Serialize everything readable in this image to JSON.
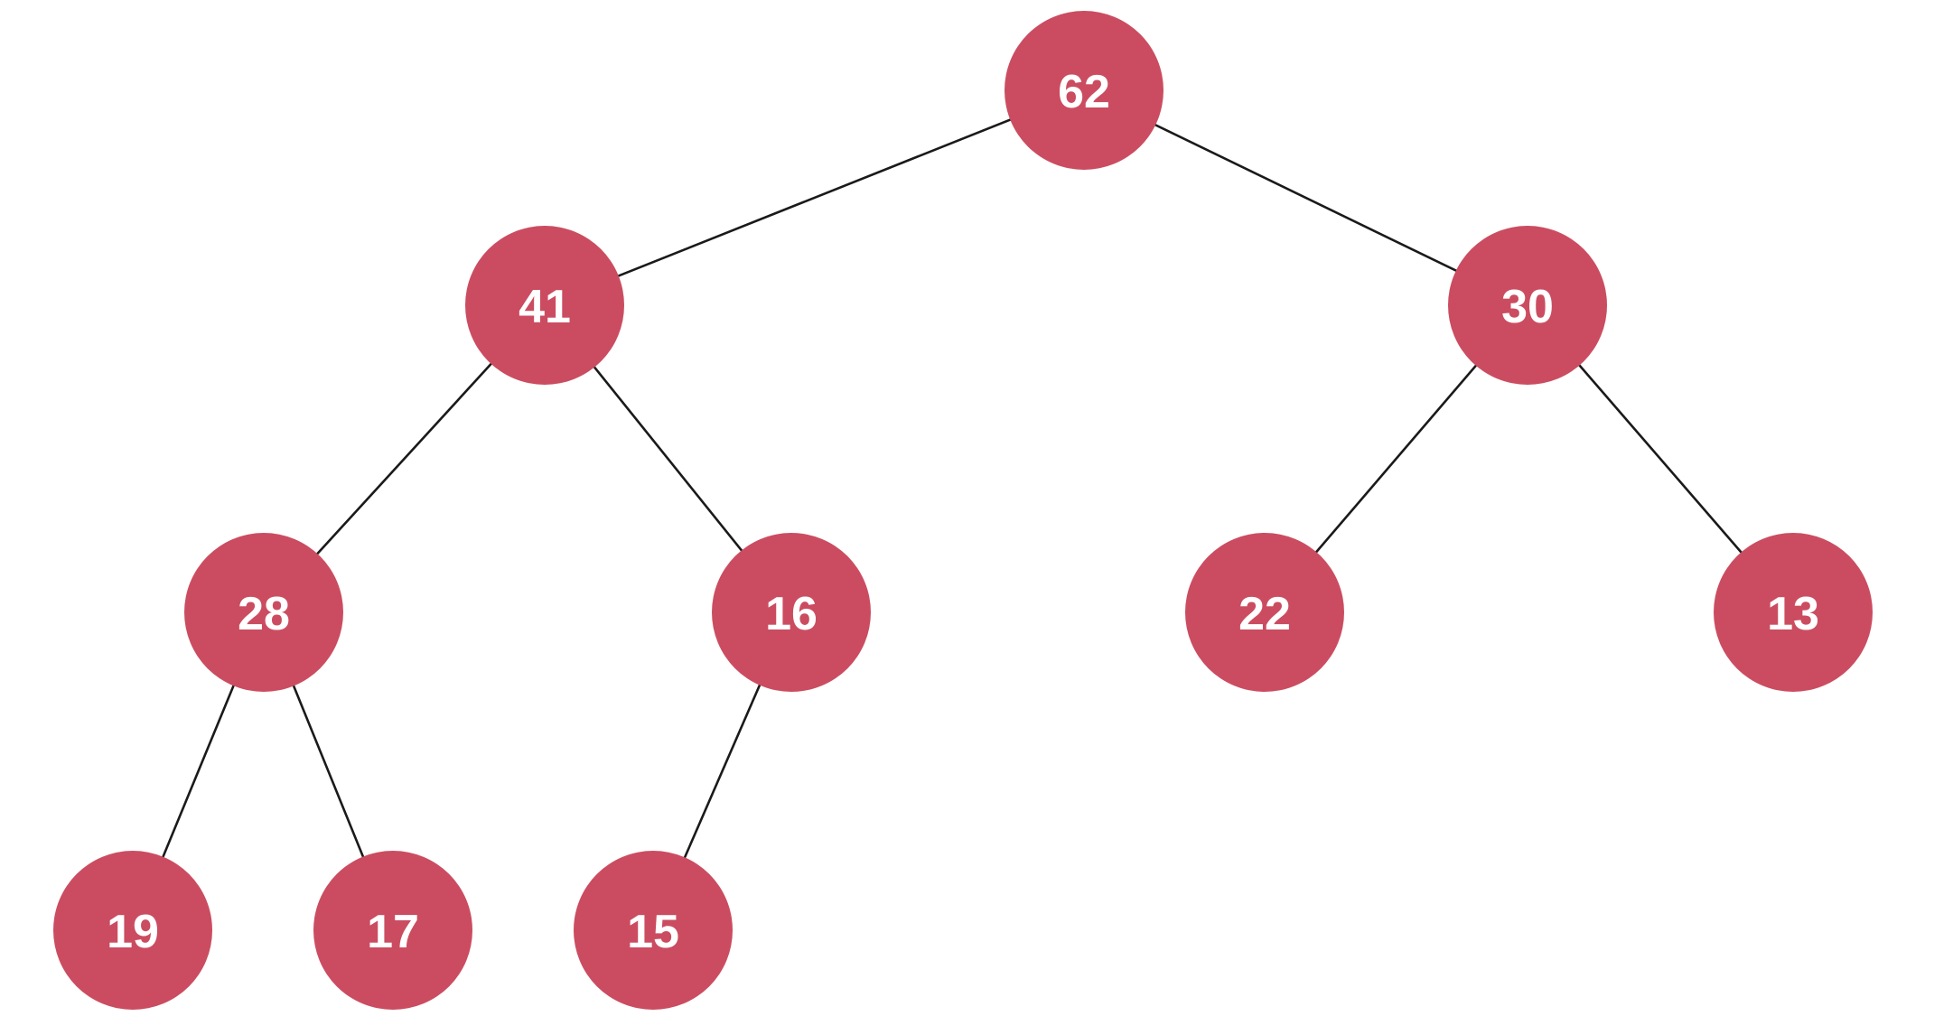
{
  "tree": {
    "node_color": "#cb4c60",
    "label_color": "#ffffff",
    "edge_color": "#1a1a1a",
    "nodes": [
      {
        "id": "n0",
        "label": "62"
      },
      {
        "id": "n1",
        "label": "41"
      },
      {
        "id": "n2",
        "label": "30"
      },
      {
        "id": "n3",
        "label": "28"
      },
      {
        "id": "n4",
        "label": "16"
      },
      {
        "id": "n5",
        "label": "22"
      },
      {
        "id": "n6",
        "label": "13"
      },
      {
        "id": "n7",
        "label": "19"
      },
      {
        "id": "n8",
        "label": "17"
      },
      {
        "id": "n9",
        "label": "15"
      }
    ],
    "edges": [
      {
        "from": "n0",
        "to": "n1"
      },
      {
        "from": "n0",
        "to": "n2"
      },
      {
        "from": "n1",
        "to": "n3"
      },
      {
        "from": "n1",
        "to": "n4"
      },
      {
        "from": "n2",
        "to": "n5"
      },
      {
        "from": "n2",
        "to": "n6"
      },
      {
        "from": "n3",
        "to": "n7"
      },
      {
        "from": "n3",
        "to": "n8"
      },
      {
        "from": "n4",
        "to": "n9"
      }
    ]
  }
}
